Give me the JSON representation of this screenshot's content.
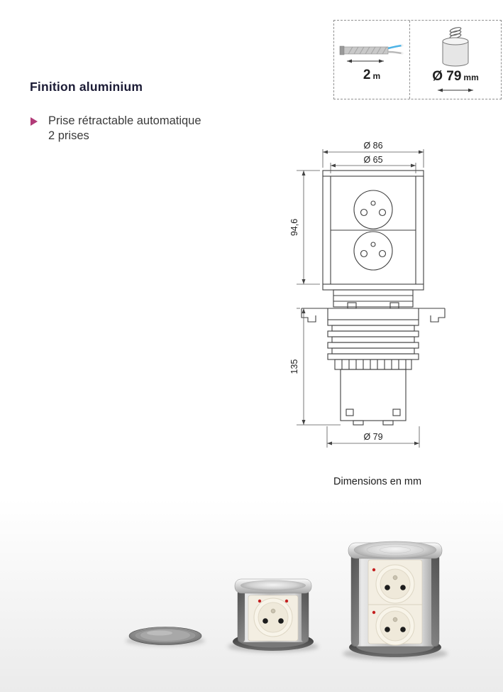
{
  "colors": {
    "accent": "#b23b78"
  },
  "header": {
    "title": "Finition aluminium",
    "feature": {
      "line1": "Prise rétractable automatique",
      "line2": "2 prises"
    }
  },
  "spec_box": {
    "cable": {
      "value": "2",
      "unit": "m"
    },
    "diameter": {
      "value": "Ø 79",
      "unit": "mm"
    }
  },
  "drawing": {
    "dim_top_outer": "Ø 86",
    "dim_top_inner": "Ø 65",
    "dim_upper_height": "94,6",
    "dim_lower_height": "135",
    "dim_base": "Ø 79",
    "note": "Dimensions en mm"
  }
}
